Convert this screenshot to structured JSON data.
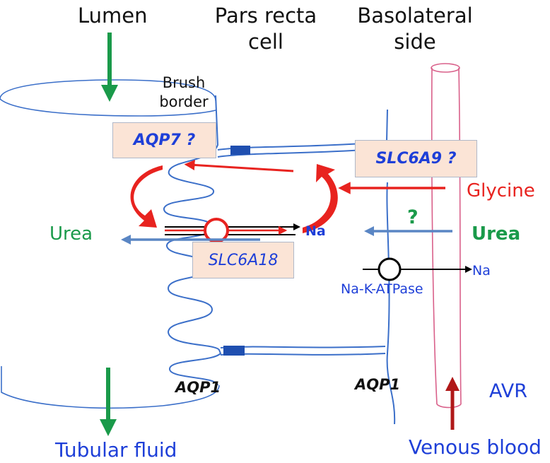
{
  "headers": {
    "lumen": "Lumen",
    "cell_line1": "Pars recta",
    "cell_line2": "cell",
    "baso_line1": "Basolateral",
    "baso_line2": "side"
  },
  "labels": {
    "brush_line1": "Brush",
    "brush_line2": "border",
    "aqp7": "AQP7 ?",
    "slc6a9": "SLC6A9 ?",
    "slc6a18": "SLC6A18",
    "glycine": "Glycine",
    "urea_left": "Urea",
    "urea_right": "Urea",
    "question": "?",
    "na_inner": "Na",
    "na_outer": "Na",
    "atpase": "Na-K-ATPase",
    "aqp1_left": "AQP1",
    "aqp1_right": "AQP1",
    "avr": "AVR",
    "tubular_fluid": "Tubular fluid",
    "venous_blood": "Venous blood"
  },
  "colors": {
    "membrane": "#3b6fc9",
    "green": "#1a9a4a",
    "red": "#e8231f",
    "dark_red": "#b01818",
    "blue_text": "#1e3fd8",
    "vessel": "#d9608a",
    "urea_arrow": "#5a86c4",
    "box_fill": "#fbe4d6"
  }
}
